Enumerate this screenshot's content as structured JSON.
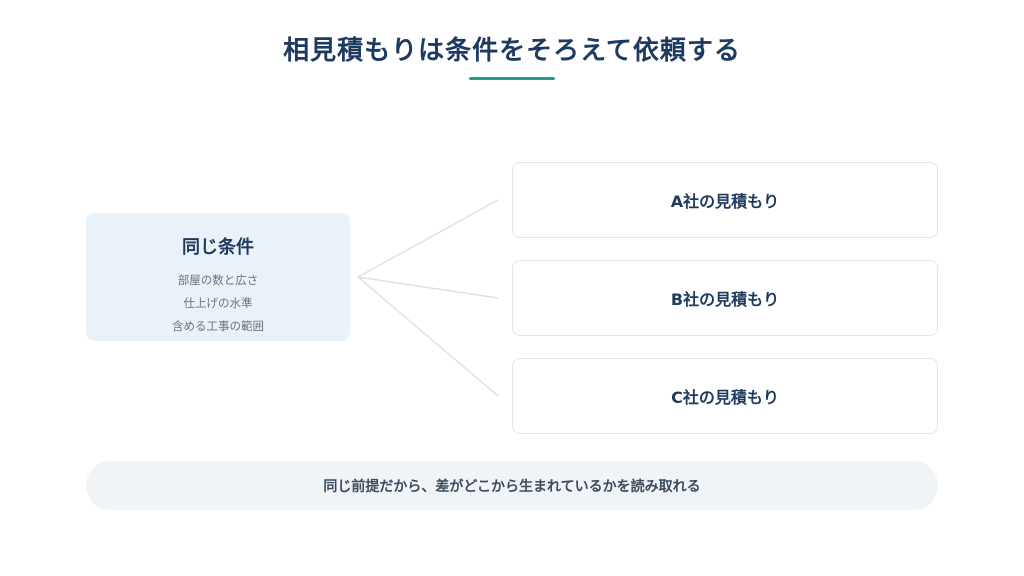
{
  "title": "相見積もりは条件をそろえて依頼する",
  "colors": {
    "title": "#1f3a5f",
    "accent_underline": "#1f9e8f",
    "condition_bg": "#e9f1f9",
    "connector": "#dde2e8",
    "pill_bg": "#f1f4f7"
  },
  "condition": {
    "title": "同じ条件",
    "items": [
      "部屋の数と広さ",
      "仕上げの水準",
      "含める工事の範囲"
    ]
  },
  "quotes": [
    {
      "label": "A社の見積もり"
    },
    {
      "label": "B社の見積もり"
    },
    {
      "label": "C社の見積もり"
    }
  ],
  "footer": "同じ前提だから、差がどこから生まれているかを読み取れる"
}
